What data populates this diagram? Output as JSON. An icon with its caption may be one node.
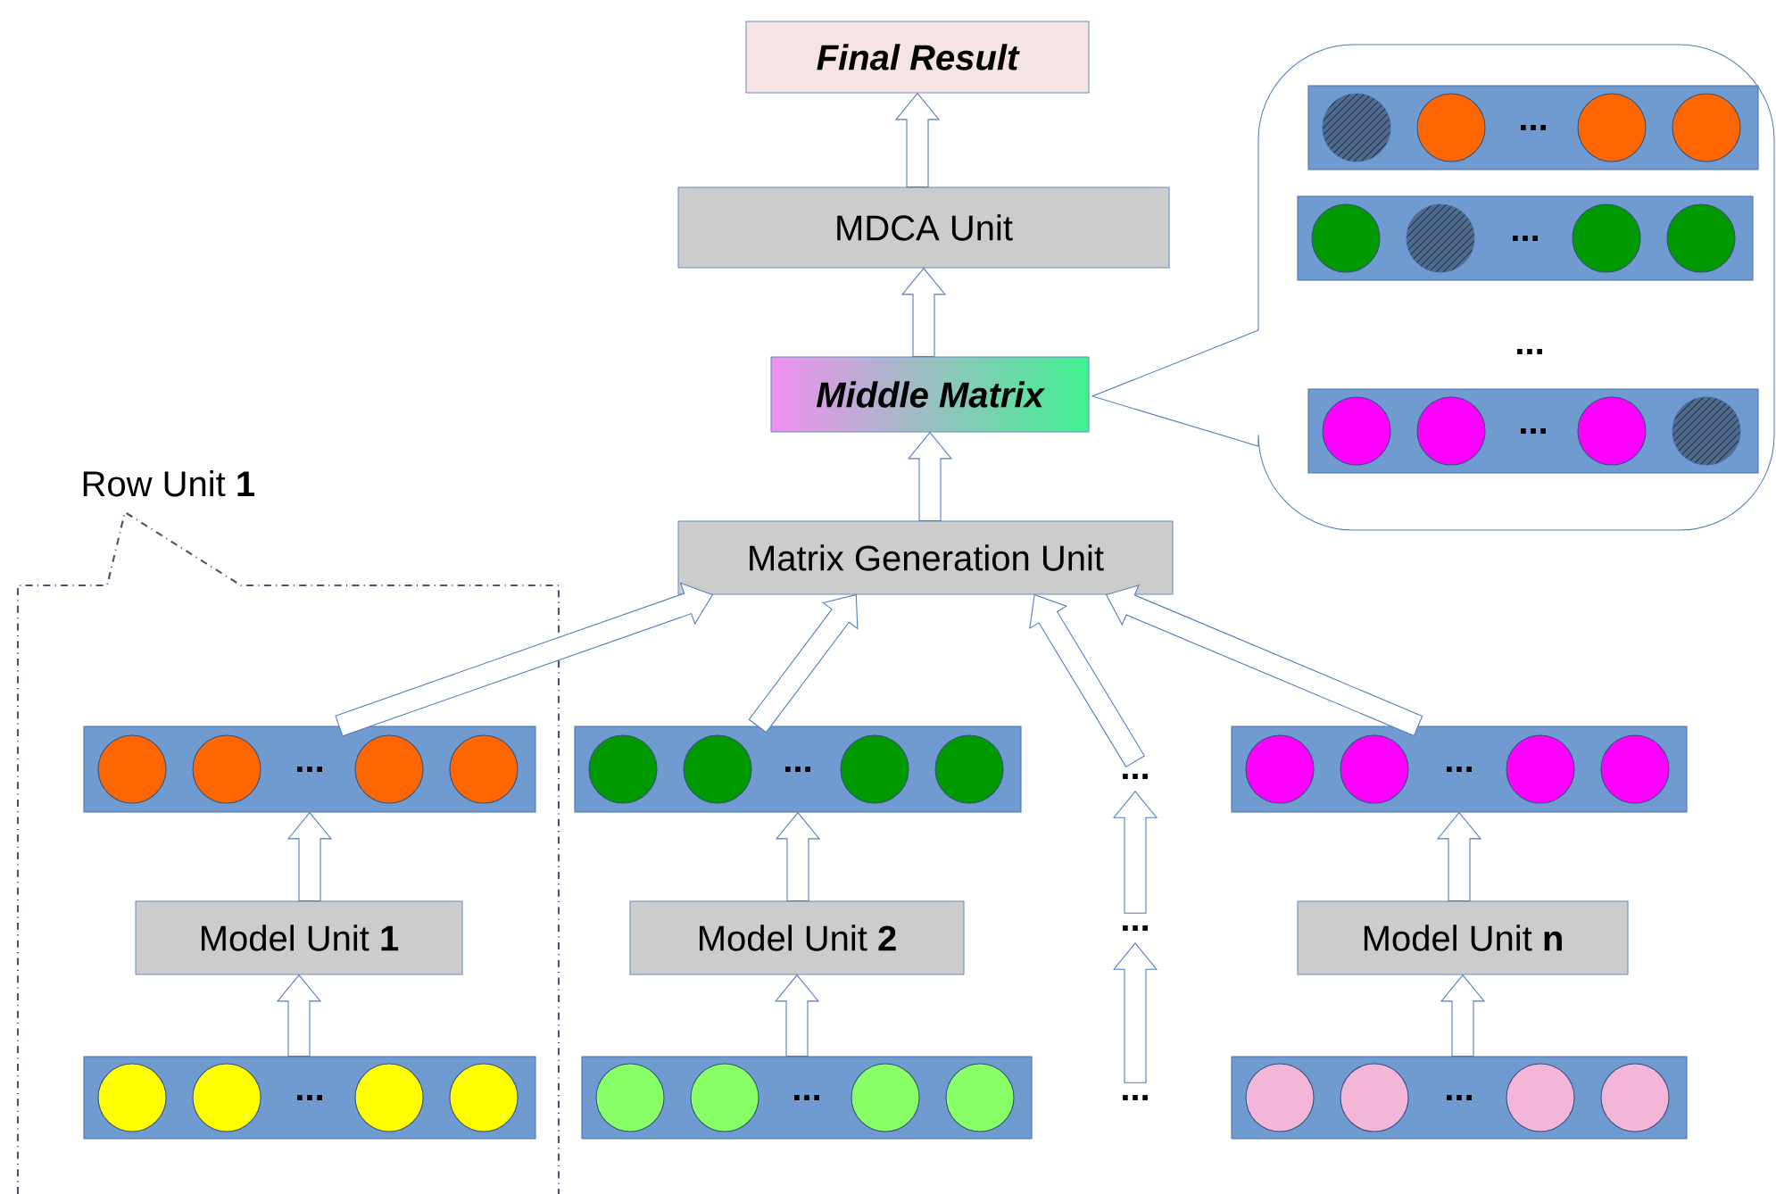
{
  "diagram": {
    "nodes": [
      {
        "text": [
          "Final Result"
        ]
      },
      {
        "text": [
          "MDCA Unit"
        ]
      },
      {
        "text": [
          "Middle Matrix"
        ]
      },
      {
        "text": [
          "Matrix Generation Unit"
        ]
      },
      {
        "text": [
          "Row Unit **1**"
        ]
      },
      {
        "text": [
          "..."
        ],
        "in": 4
      },
      {
        "text": [
          "Model Unit **1**"
        ],
        "in": 4
      },
      {
        "text": [
          "..."
        ],
        "in": 4
      },
      {
        "text": [
          "..."
        ]
      },
      {
        "text": [
          "Model Unit **2**"
        ]
      },
      {
        "text": [
          "..."
        ]
      },
      {
        "text": [
          "..."
        ]
      },
      {
        "text": [
          "..."
        ]
      },
      {
        "text": [
          "..."
        ]
      },
      {
        "text": [
          "..."
        ]
      },
      {
        "text": [
          "Model Unit **n**"
        ]
      },
      {
        "text": [
          "..."
        ]
      },
      {
        "text": [
          "..."
        ]
      },
      {
        "text": [
          "..."
        ],
        "in": 17
      },
      {
        "text": [
          "..."
        ],
        "in": 17
      },
      {
        "text": [
          "..."
        ],
        "in": 17
      }
    ],
    "edges": [
      {
        "from": 1,
        "to": 0,
        "arrow": "to"
      },
      {
        "from": 2,
        "to": 1,
        "arrow": "to"
      },
      {
        "from": 3,
        "to": 2,
        "arrow": "to"
      },
      {
        "from": 5,
        "to": 3,
        "arrow": "to"
      },
      {
        "from": 8,
        "to": 3,
        "arrow": "to"
      },
      {
        "from": 11,
        "to": 3,
        "arrow": "to"
      },
      {
        "from": 14,
        "to": 3,
        "arrow": "to"
      },
      {
        "from": 6,
        "to": 5,
        "arrow": "to"
      },
      {
        "from": 7,
        "to": 6,
        "arrow": "to"
      },
      {
        "from": 9,
        "to": 8,
        "arrow": "to"
      },
      {
        "from": 10,
        "to": 9,
        "arrow": "to"
      },
      {
        "from": 12,
        "to": 11,
        "arrow": "to"
      },
      {
        "from": 13,
        "to": 12,
        "arrow": "to"
      },
      {
        "from": 15,
        "to": 14,
        "arrow": "to"
      },
      {
        "from": 16,
        "to": 15,
        "arrow": "to"
      }
    ]
  }
}
